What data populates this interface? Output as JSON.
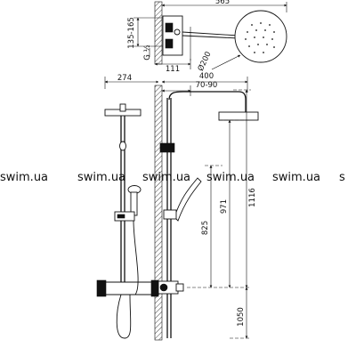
{
  "dimensions": {
    "top_width": "565",
    "height_range": "135-165",
    "thread": "G ½",
    "offset_111": "111",
    "head_diameter": "Ø200",
    "wall_offset": "274",
    "arm_400": "400",
    "arm_70_90": "70-90",
    "h_1116": "1116",
    "h_971": "971",
    "h_825": "825",
    "h_1050": "1050"
  },
  "watermark": {
    "text": "swim.ua",
    "partial": "s"
  }
}
